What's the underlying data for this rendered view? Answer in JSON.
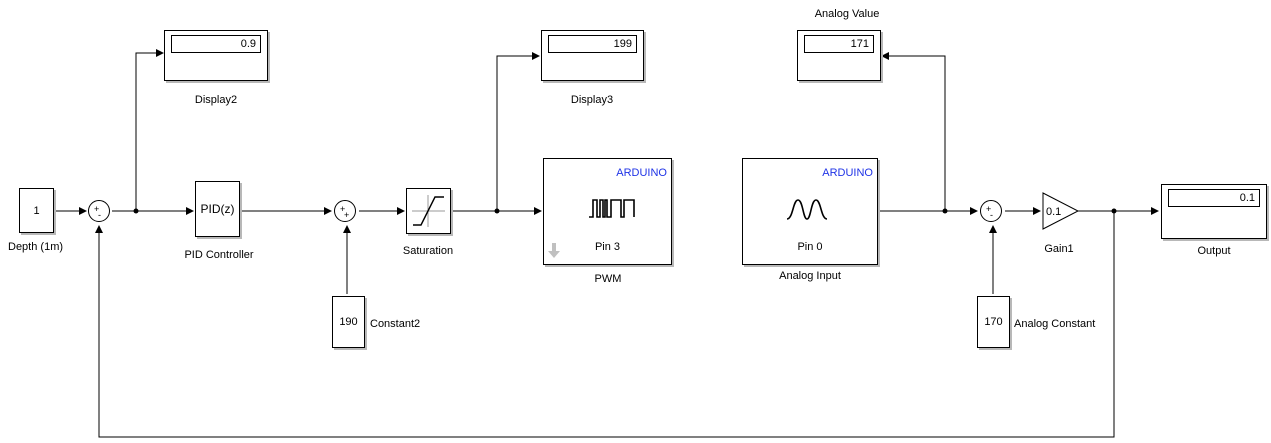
{
  "blocks": {
    "depth": {
      "value": "1",
      "label": "Depth (1m)"
    },
    "pid": {
      "text": "PID(z)",
      "label": "PID Controller"
    },
    "display2": {
      "value": "0.9",
      "label": "Display2"
    },
    "saturation": {
      "label": "Saturation"
    },
    "constant2": {
      "value": "190",
      "label": "Constant2"
    },
    "display3": {
      "value": "199",
      "label": "Display3"
    },
    "pwm": {
      "brand": "ARDUINO",
      "pin": "Pin 3",
      "label": "PWM"
    },
    "analog_input": {
      "brand": "ARDUINO",
      "pin": "Pin 0",
      "label": "Analog Input"
    },
    "analog_value": {
      "value": "171",
      "label": "Analog Value"
    },
    "analog_constant": {
      "value": "170",
      "label": "Analog Constant"
    },
    "gain1": {
      "value": "0.1",
      "label": "Gain1"
    },
    "output": {
      "value": "0.1",
      "label": "Output"
    }
  },
  "sums": {
    "sum1": {
      "top": "+",
      "bottom": "-"
    },
    "sum2": {
      "top": "+",
      "bottom": "+"
    },
    "sum3": {
      "top": "+",
      "bottom": "-"
    }
  },
  "colors": {
    "arduino_text": "#1f33e6",
    "line": "#000000",
    "shadow": "#b8b8b8"
  }
}
